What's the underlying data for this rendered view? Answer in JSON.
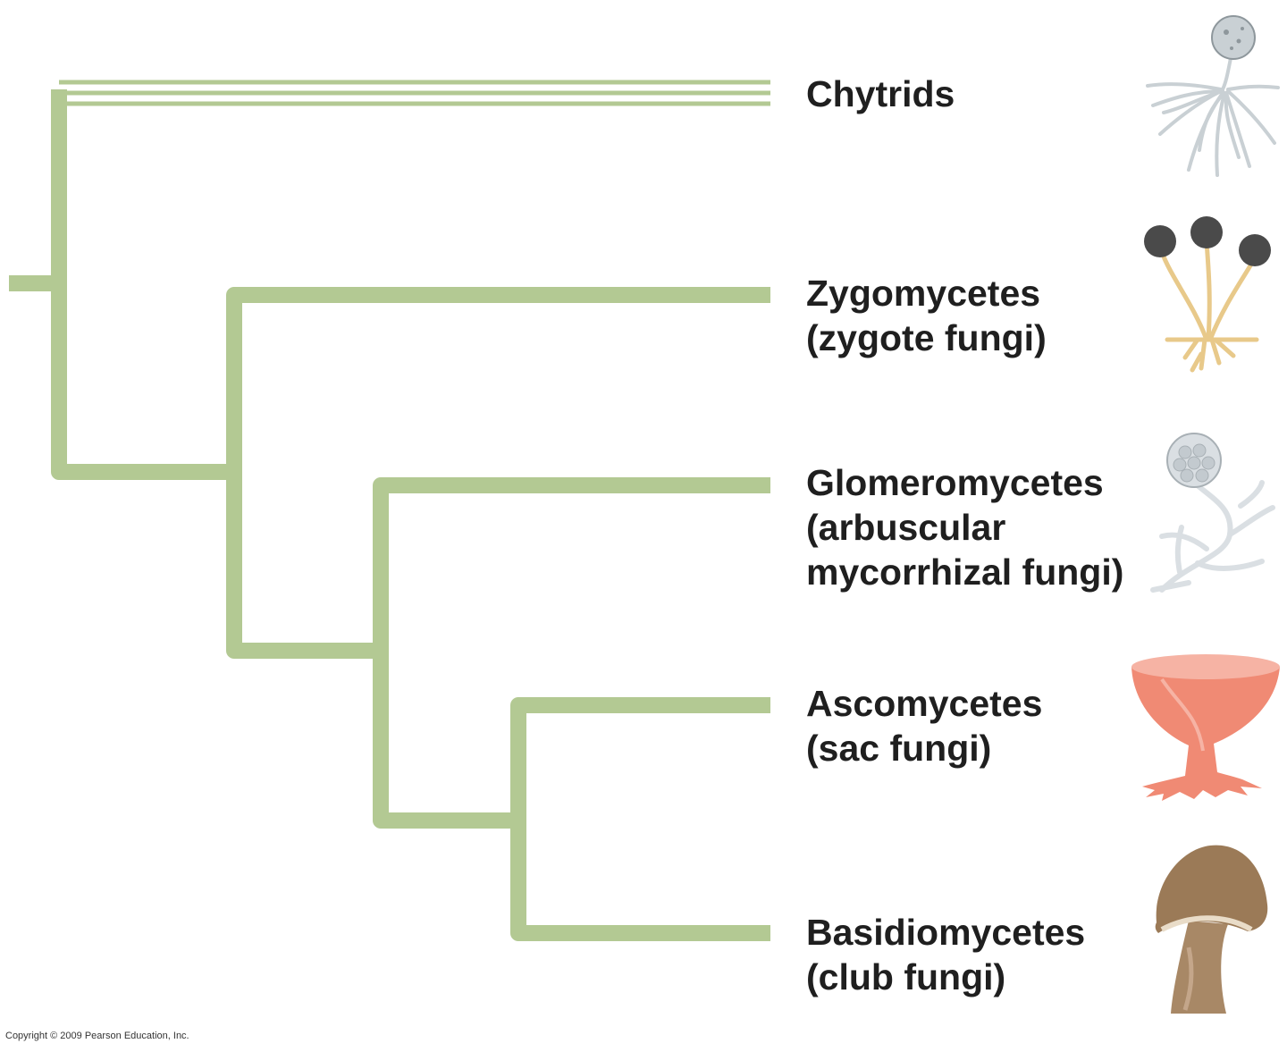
{
  "colors": {
    "branch": "#b3c993",
    "label_text": "#1f1f1f",
    "chytrid": "#c9d0d4",
    "zygo_stalk": "#e8c98a",
    "zygo_head": "#4a4a4a",
    "glomero": "#dadfe3",
    "asco": "#f08a74",
    "basidio": "#9b7a57"
  },
  "taxa": [
    {
      "id": "chytrids",
      "lines": [
        "Chytrids"
      ],
      "icon": "chytrid-icon"
    },
    {
      "id": "zygomycetes",
      "lines": [
        "Zygomycetes",
        "(zygote fungi)"
      ],
      "icon": "zygomycete-icon"
    },
    {
      "id": "glomeromycetes",
      "lines": [
        "Glomeromycetes",
        "(arbuscular",
        "mycorrhizal fungi)"
      ],
      "icon": "glomeromycete-icon"
    },
    {
      "id": "ascomycetes",
      "lines": [
        "Ascomycetes",
        "(sac fungi)"
      ],
      "icon": "sac-fungus-icon"
    },
    {
      "id": "basidiomycetes",
      "lines": [
        "Basidiomycetes",
        "(club fungi)"
      ],
      "icon": "mushroom-icon"
    }
  ],
  "copyright": "Copyright © 2009 Pearson Education, Inc."
}
